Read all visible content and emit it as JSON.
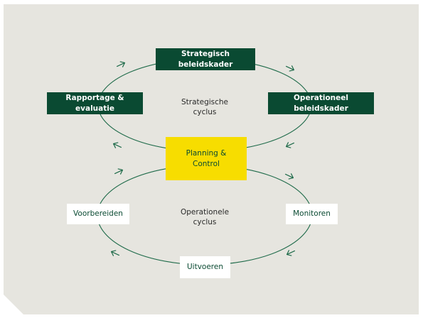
{
  "colors": {
    "panel": "#e6e5df",
    "dark_green": "#0a4a32",
    "yellow": "#f7dd00",
    "white": "#ffffff",
    "arrow": "#1f6b4a"
  },
  "strategic_cycle": {
    "top": "Strategisch beleidskader",
    "left": "Rapportage & evaluatie",
    "right": "Operationeel beleidskader",
    "center_line1": "Strategische",
    "center_line2": "cyclus"
  },
  "center": {
    "line1": "Planning &",
    "line2": "Control"
  },
  "operational_cycle": {
    "left": "Voorbereiden",
    "right": "Monitoren",
    "bottom": "Uitvoeren",
    "center_line1": "Operationele",
    "center_line2": "cyclus"
  }
}
